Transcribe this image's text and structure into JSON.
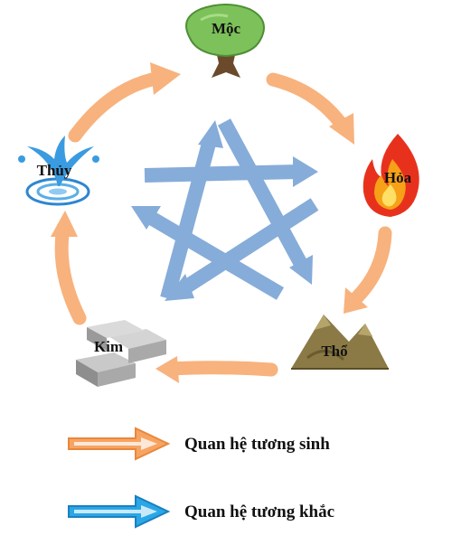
{
  "elements": {
    "moc": {
      "label": "Mộc"
    },
    "hoa": {
      "label": "Hỏa"
    },
    "tho": {
      "label": "Thổ"
    },
    "kim": {
      "label": "Kim"
    },
    "thuy": {
      "label": "Thủy"
    }
  },
  "legend": {
    "generating": {
      "label": "Quan hệ tương sinh",
      "color": "#f7a463"
    },
    "overcoming": {
      "label": "Quan hệ tương khắc",
      "color": "#2aa7e6"
    }
  },
  "colors": {
    "generating_arrow": "#f8b27d",
    "overcoming_arrow": "#86acd9"
  }
}
